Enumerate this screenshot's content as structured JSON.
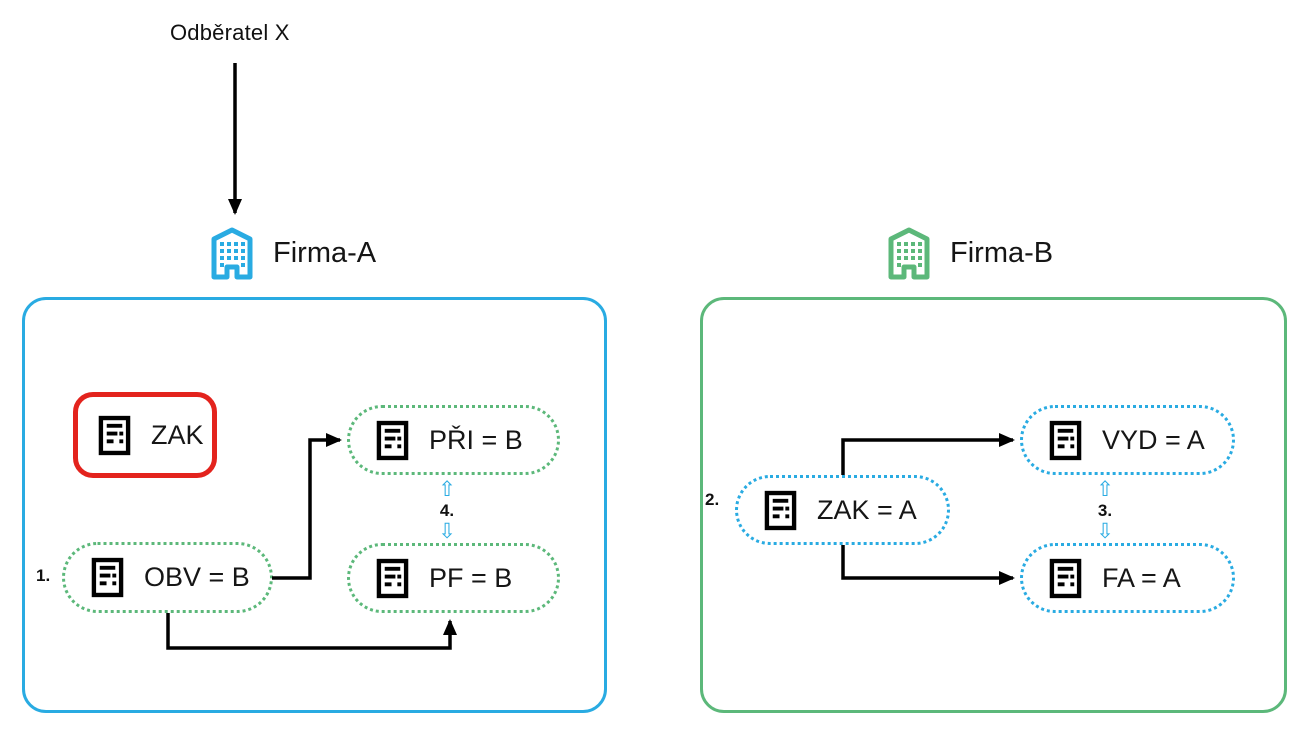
{
  "customer": {
    "label": "Odběratel X"
  },
  "colors": {
    "blue": "#29abe2",
    "green": "#5cb87a",
    "red": "#e3231d"
  },
  "firma_a": {
    "name": "Firma-A",
    "nodes": {
      "zak": {
        "label": "ZAK"
      },
      "pri": {
        "label": "PŘI = B"
      },
      "obv": {
        "label": "OBV = B"
      },
      "pf": {
        "label": "PF = B"
      }
    },
    "steps": {
      "s1": "1.",
      "s4": "4."
    }
  },
  "firma_b": {
    "name": "Firma-B",
    "nodes": {
      "zak": {
        "label": "ZAK = A"
      },
      "vyd": {
        "label": "VYD = A"
      },
      "fa": {
        "label": "FA = A"
      }
    },
    "steps": {
      "s2": "2.",
      "s3": "3."
    }
  },
  "icons": {
    "up_arrow": "⇧",
    "down_arrow": "⇩"
  }
}
